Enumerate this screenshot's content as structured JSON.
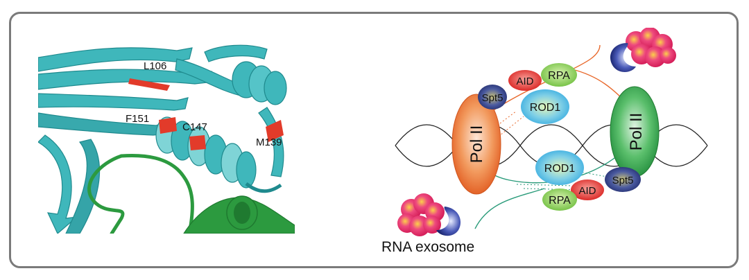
{
  "structure": {
    "residues": [
      {
        "id": "L106",
        "label": "L106"
      },
      {
        "id": "F151",
        "label": "F151"
      },
      {
        "id": "C147",
        "label": "C147"
      },
      {
        "id": "M139",
        "label": "M139"
      }
    ],
    "colors": {
      "protein": "#3fb7bb",
      "protein_dark": "#1f8a8e",
      "partner": "#2c9a3f",
      "partner_dark": "#1f7a30",
      "highlight": "#e23b2a"
    }
  },
  "model": {
    "pol_left": "Pol II",
    "pol_right": "Pol II",
    "spt5_left": "Spt5",
    "spt5_right": "Spt5",
    "aid_left": "AID",
    "aid_right": "AID",
    "rpa_left": "RPA",
    "rpa_right": "RPA",
    "rod1_left": "ROD1",
    "rod1_right": "ROD1",
    "exosome_label": "RNA exosome",
    "colors": {
      "pol_left": "#e8682b",
      "pol_right": "#2fa04a",
      "aid": "#e52d2d",
      "rpa": "#8fcf5a",
      "rod1": "#3db6e8",
      "spt5": "#27307a",
      "exosome": "#e8336b",
      "rna_left": "#e8682b",
      "rna_right": "#2a9b7a"
    }
  }
}
